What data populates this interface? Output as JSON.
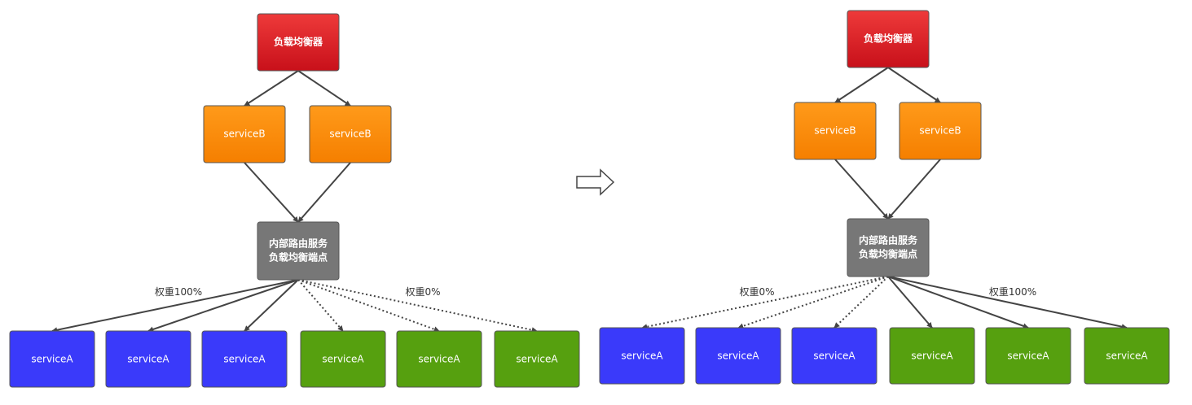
{
  "left": {
    "load_balancer": "负载均衡器",
    "service_b": [
      "serviceB",
      "serviceB"
    ],
    "router": [
      "内部路由服务",
      "负载均衡端点"
    ],
    "weight_blue": "权重100%",
    "weight_green": "权重0%",
    "service_a": [
      "serviceA",
      "serviceA",
      "serviceA",
      "serviceA",
      "serviceA",
      "serviceA"
    ]
  },
  "right": {
    "load_balancer": "负载均衡器",
    "service_b": [
      "serviceB",
      "serviceB"
    ],
    "router": [
      "内部路由服务",
      "负载均衡端点"
    ],
    "weight_blue": "权重0%",
    "weight_green": "权重100%",
    "service_a": [
      "serviceA",
      "serviceA",
      "serviceA",
      "serviceA",
      "serviceA",
      "serviceA"
    ]
  },
  "colors": {
    "load_balancer": "#d81a1a",
    "service_b": "#ff8a00",
    "router": "#777777",
    "service_a_blue": "#3a3afa",
    "service_a_green": "#56a00f"
  }
}
